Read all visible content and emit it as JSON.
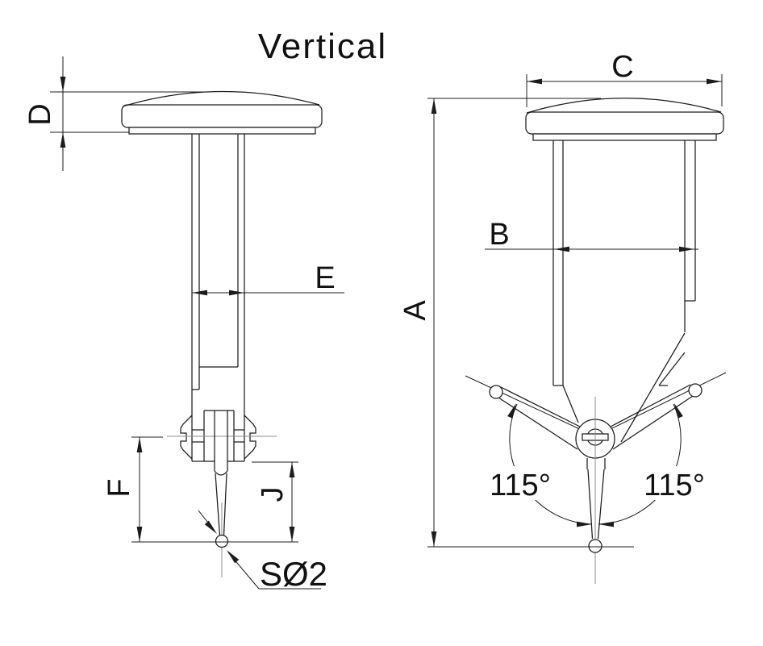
{
  "title": "Vertical",
  "drawing": {
    "side_view": {
      "labels": {
        "cap_height": "D",
        "stem_width": "E",
        "point_length": "F",
        "contact_point_length": "J",
        "ball_note": "SØ2"
      }
    },
    "front_view": {
      "labels": {
        "overall_height": "A",
        "body_width": "B",
        "cap_diameter": "C",
        "swing_angle_left": "115°",
        "swing_angle_right": "115°"
      }
    }
  },
  "colors": {
    "line": "#1c1c1c",
    "centerline": "#8c8c8c",
    "background": "#ffffff",
    "text": "#111111"
  }
}
